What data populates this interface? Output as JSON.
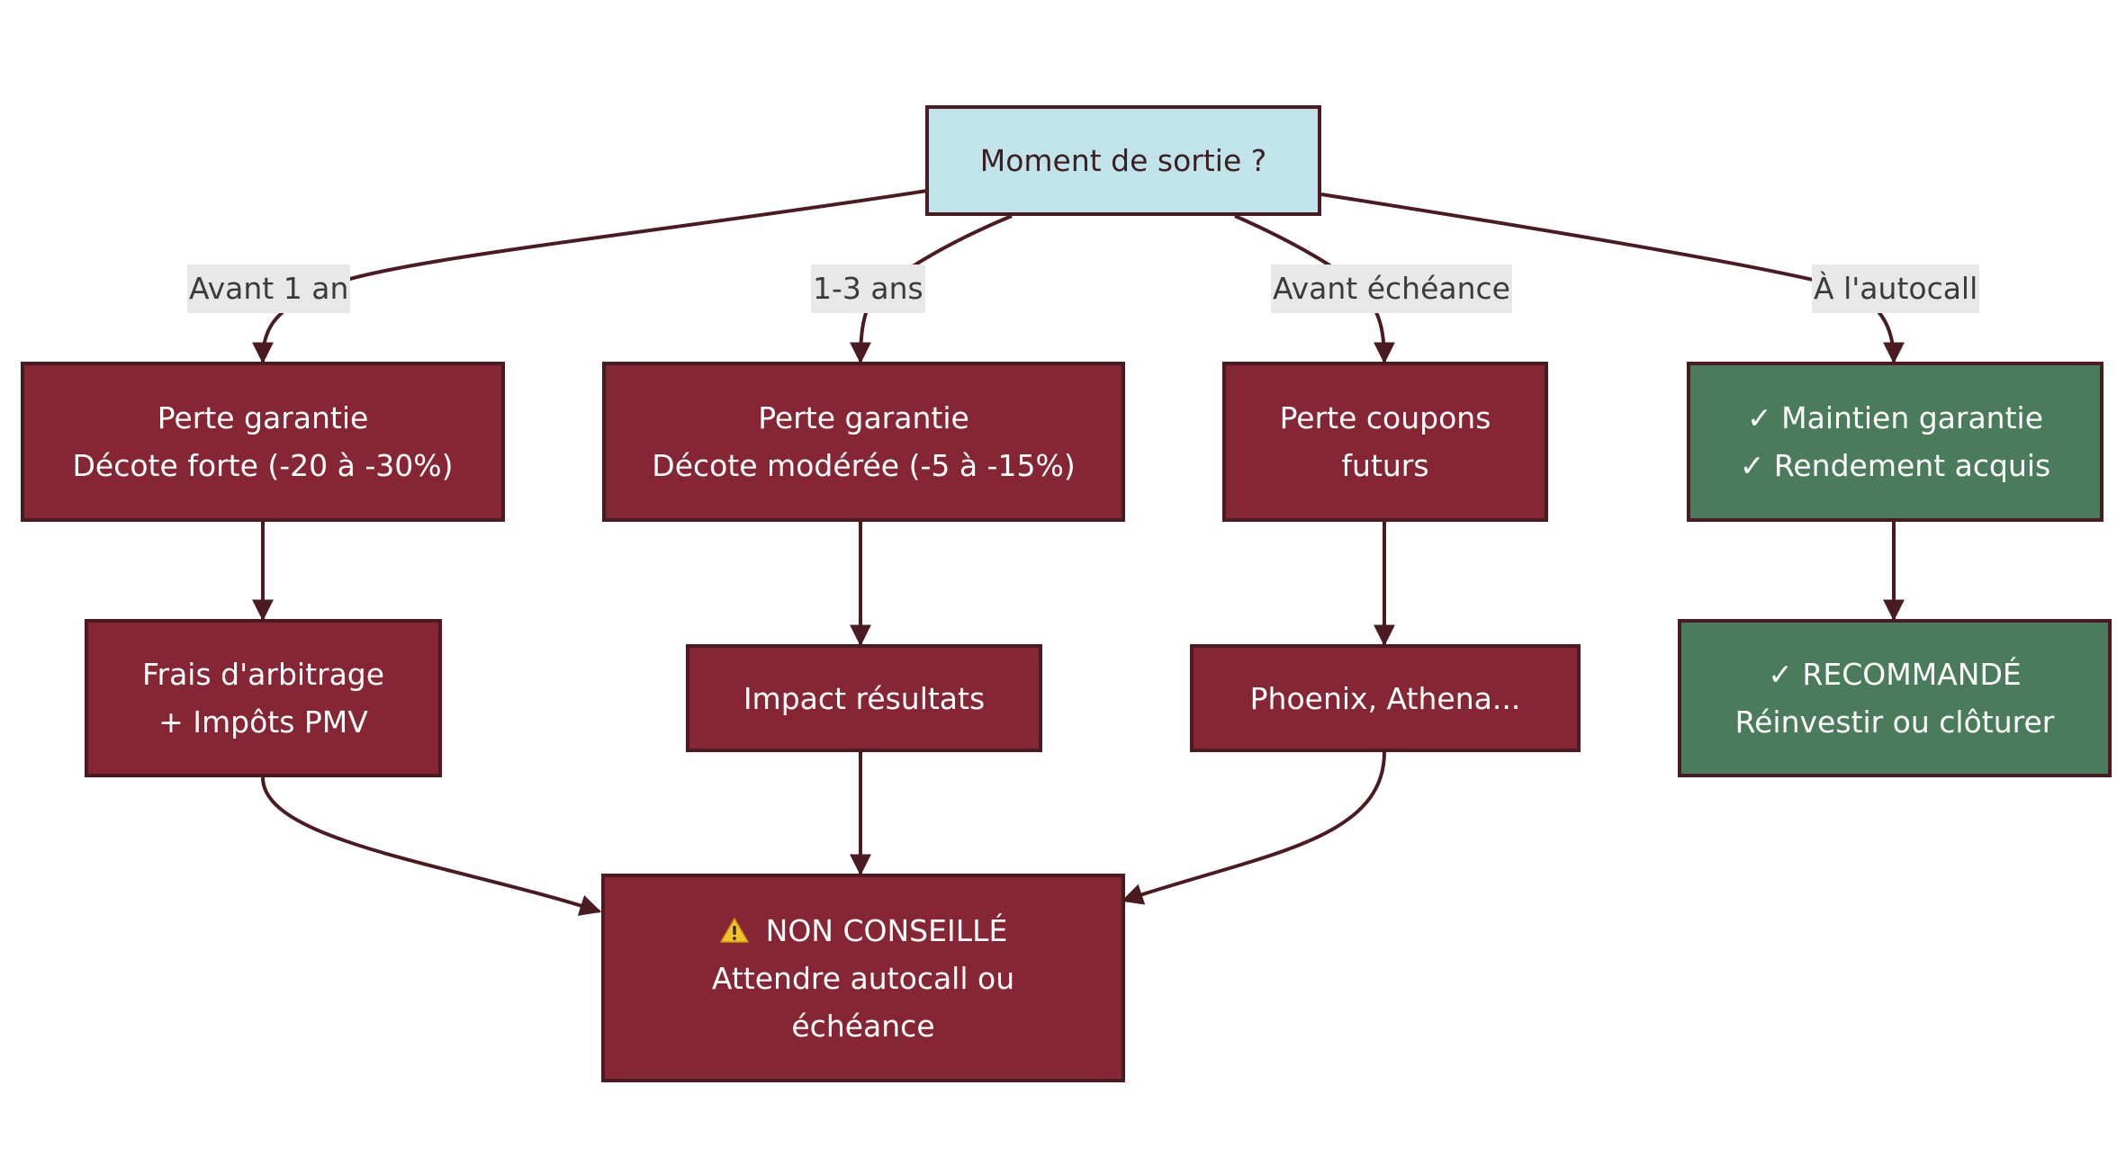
{
  "nodes": {
    "start": {
      "lines": [
        "Moment de sortie ?"
      ]
    },
    "before1": {
      "lines": [
        "Perte garantie",
        "Décote forte (-20 à -30%)"
      ]
    },
    "y1to3": {
      "lines": [
        "Perte garantie",
        "Décote modérée (-5 à -15%)"
      ]
    },
    "beforeMaturity": {
      "lines": [
        "Perte coupons",
        "futurs"
      ]
    },
    "atAutocall": {
      "lines": [
        "✓ Maintien garantie",
        "✓ Rendement acquis"
      ]
    },
    "fees": {
      "lines": [
        "Frais d'arbitrage",
        "+ Impôts PMV"
      ]
    },
    "impact": {
      "lines": [
        "Impact résultats"
      ]
    },
    "phoenix": {
      "lines": [
        "Phoenix, Athena..."
      ]
    },
    "recommended": {
      "lines": [
        "✓ RECOMMANDÉ",
        "Réinvestir ou clôturer"
      ]
    },
    "notAdvised": {
      "title": "NON CONSEILLÉ",
      "lines": [
        "Attendre autocall ou",
        "échéance"
      ]
    }
  },
  "edge_labels": {
    "before1": "Avant 1 an",
    "y1to3": "1-3 ans",
    "beforeMaturity": "Avant échéance",
    "atAutocall": "À l'autocall"
  },
  "colors": {
    "start_fill": "#c1e4ea",
    "negative_fill": "#862635",
    "positive_fill": "#4a7c5c",
    "border": "#4a1c22",
    "edge": "#4a1c22",
    "label_bg": "#e8e8e8",
    "warning": "#f2c12e"
  },
  "icons": {
    "warning": "warning-icon",
    "check": "check-icon"
  }
}
